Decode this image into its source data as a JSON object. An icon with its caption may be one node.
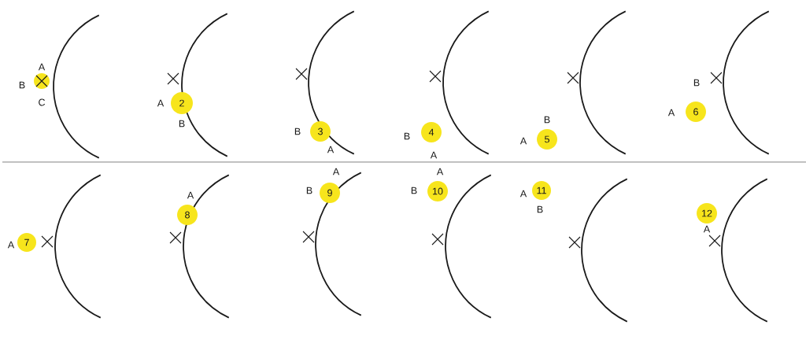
{
  "diagram": {
    "nodes": [
      {
        "text": [],
        "shape": "circle"
      },
      {
        "text": [
          "2"
        ]
      },
      {
        "text": [
          "3"
        ]
      },
      {
        "text": [
          "4"
        ]
      },
      {
        "text": [
          "5"
        ]
      },
      {
        "text": [
          "6"
        ]
      },
      {
        "text": [
          "7"
        ]
      },
      {
        "text": [
          "8"
        ]
      },
      {
        "text": [
          "9"
        ]
      },
      {
        "text": [
          "10"
        ]
      },
      {
        "text": [
          "11"
        ]
      },
      {
        "text": [
          "12"
        ]
      }
    ],
    "labels": [
      "A",
      "B",
      "C",
      "A",
      "B",
      "B",
      "A",
      "B",
      "A",
      "B",
      "A",
      "B",
      "A",
      "A",
      "A",
      "A",
      "B",
      "A",
      "B",
      "A",
      "B",
      "A"
    ]
  }
}
